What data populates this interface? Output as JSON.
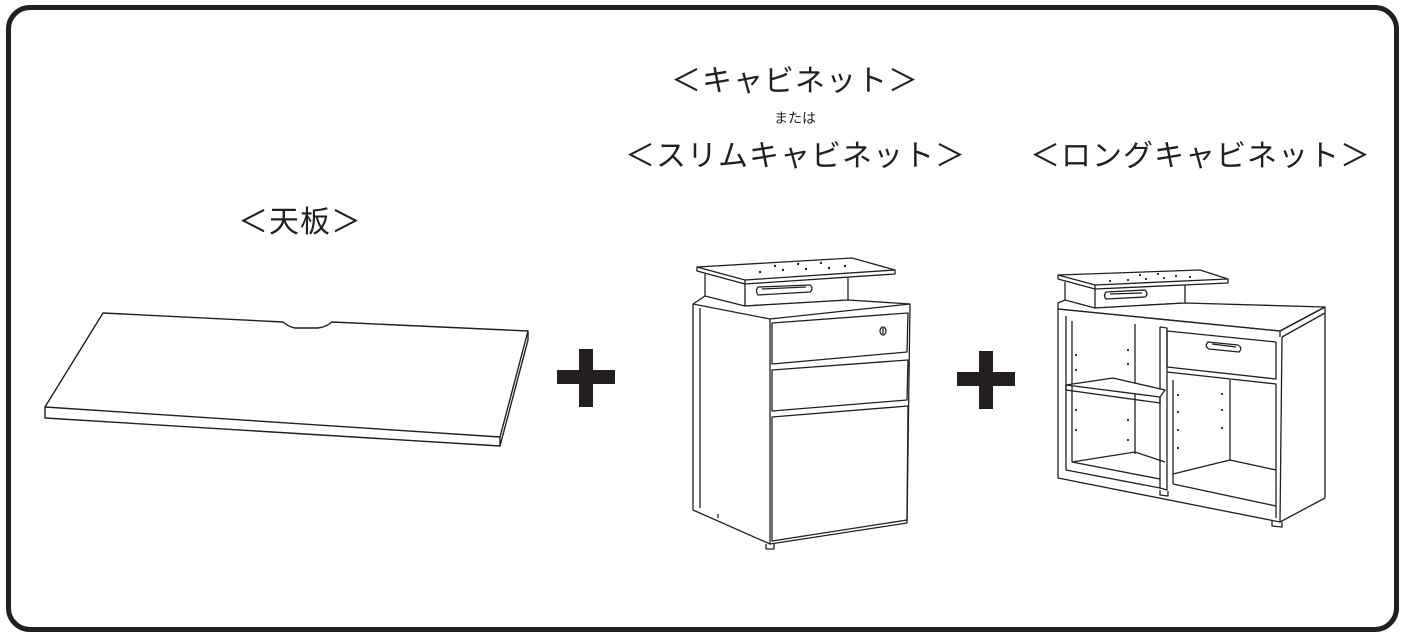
{
  "labels": {
    "tabletop": "＜天板＞",
    "cabinet": "＜キャビネット＞",
    "or": "または",
    "slim_cabinet": "＜スリムキャビネット＞",
    "long_cabinet": "＜ロングキャビネット＞"
  },
  "colors": {
    "line": "#231f20",
    "background": "#ffffff"
  }
}
